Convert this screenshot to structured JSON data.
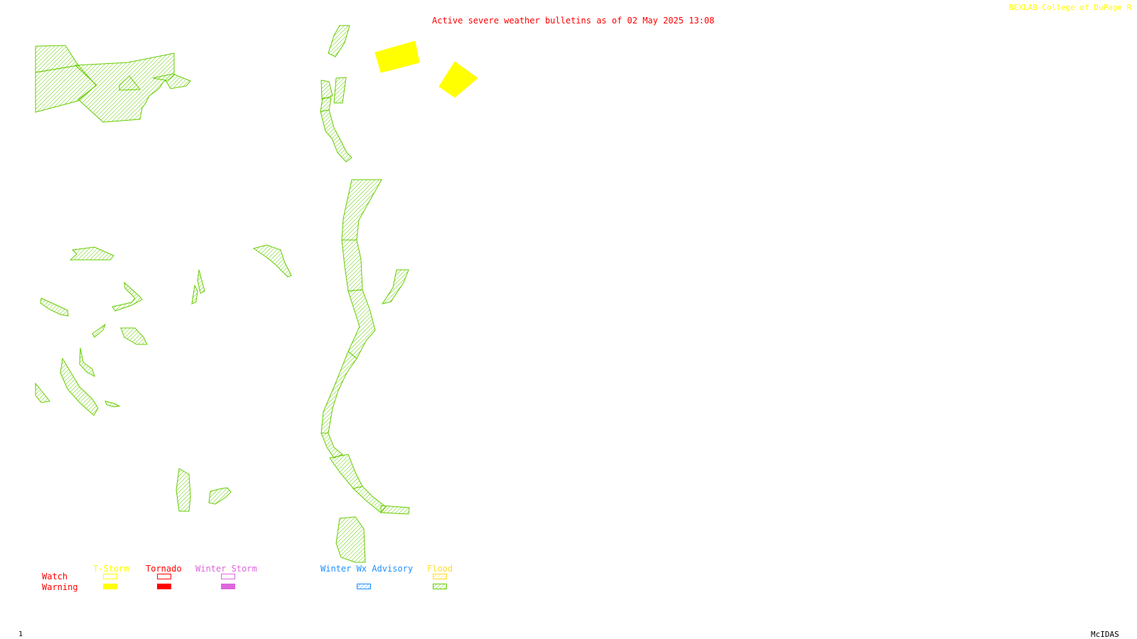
{
  "header": {
    "title": "Active severe weather bulletins as of 02 May 2025 13:08",
    "credit": "NEXLAB-College of DuPage R"
  },
  "footer": {
    "frame_number": "1",
    "software": "McIDAS"
  },
  "colors": {
    "title": "#ff0000",
    "credit": "#ffff00",
    "tstorm": "#ffff00",
    "tornado": "#ff0000",
    "winter_storm": "#dd66dd",
    "winter_advisory": "#1e90ff",
    "flood": "#66cc00",
    "flood_label": "#ffdd33"
  },
  "legend": {
    "row_labels": {
      "watch": "Watch",
      "warning": "Warning"
    },
    "categories": [
      {
        "key": "tstorm",
        "label": "T-Storm"
      },
      {
        "key": "tornado",
        "label": "Tornado"
      },
      {
        "key": "winter_storm",
        "label": "Winter Storm"
      },
      {
        "key": "winter_advisory",
        "label": "Winter Wx Advisory"
      },
      {
        "key": "flood",
        "label": "Flood"
      }
    ]
  },
  "map": {
    "active_bulletins": [
      {
        "type": "Flood",
        "severity": "Warning"
      },
      {
        "type": "T-Storm",
        "severity": "Warning"
      }
    ]
  }
}
